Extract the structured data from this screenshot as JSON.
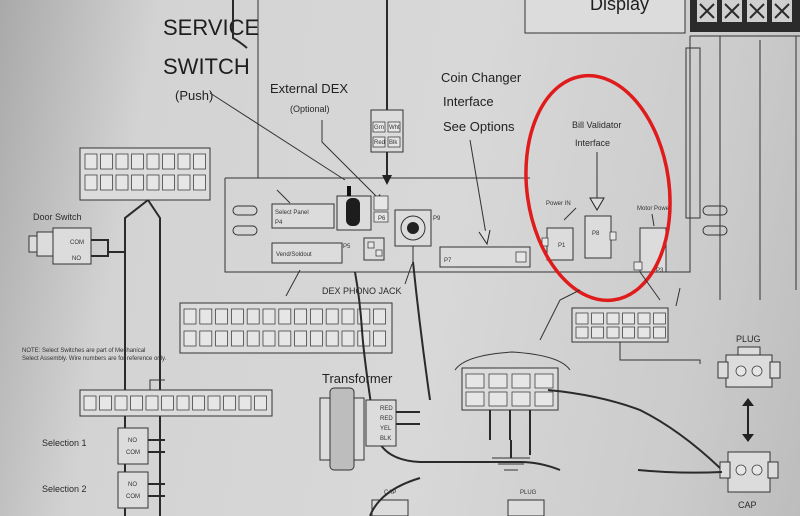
{
  "labels": {
    "display": "Display",
    "service_switch_1": "SERVICE",
    "service_switch_2": "SWITCH",
    "push": "(Push)",
    "external_dex": "External DEX",
    "optional": "(Optional)",
    "coin_changer_1": "Coin Changer",
    "coin_changer_2": "Interface",
    "coin_changer_3": "See   Options",
    "bill_validator_1": "Bill Validator",
    "bill_validator_2": "Interface",
    "power_in": "Power IN",
    "motor_power": "Motor Power",
    "p1": "P1",
    "p3": "P3",
    "p5": "P5",
    "p6": "P6",
    "p7": "P7",
    "p8": "P8",
    "select_panel": "Select Panel",
    "p4": "P4",
    "vend_soldout": "Vend/Soldout",
    "dex_phono_jack": "DEX PHONO JACK",
    "door_switch": "Door Switch",
    "com": "COM",
    "no": "NO",
    "transformer": "Transformer",
    "plug_top": "PLUG",
    "plug_bottom": "PLUG",
    "cap_top": "CAP",
    "cap_right": "CAP",
    "selection_1": "Selection 1",
    "selection_2": "Selection 2",
    "note": "NOTE: Select Switches are part of Mechanical Select Assembly. Wire numbers are for reference only.",
    "gm": "Grn",
    "wh": "Wht",
    "red": "Red",
    "blk": "Blk"
  },
  "colors": {
    "ink": "#222222",
    "paper": "#d3d3d3",
    "highlight_ellipse": "#e01b1b"
  }
}
